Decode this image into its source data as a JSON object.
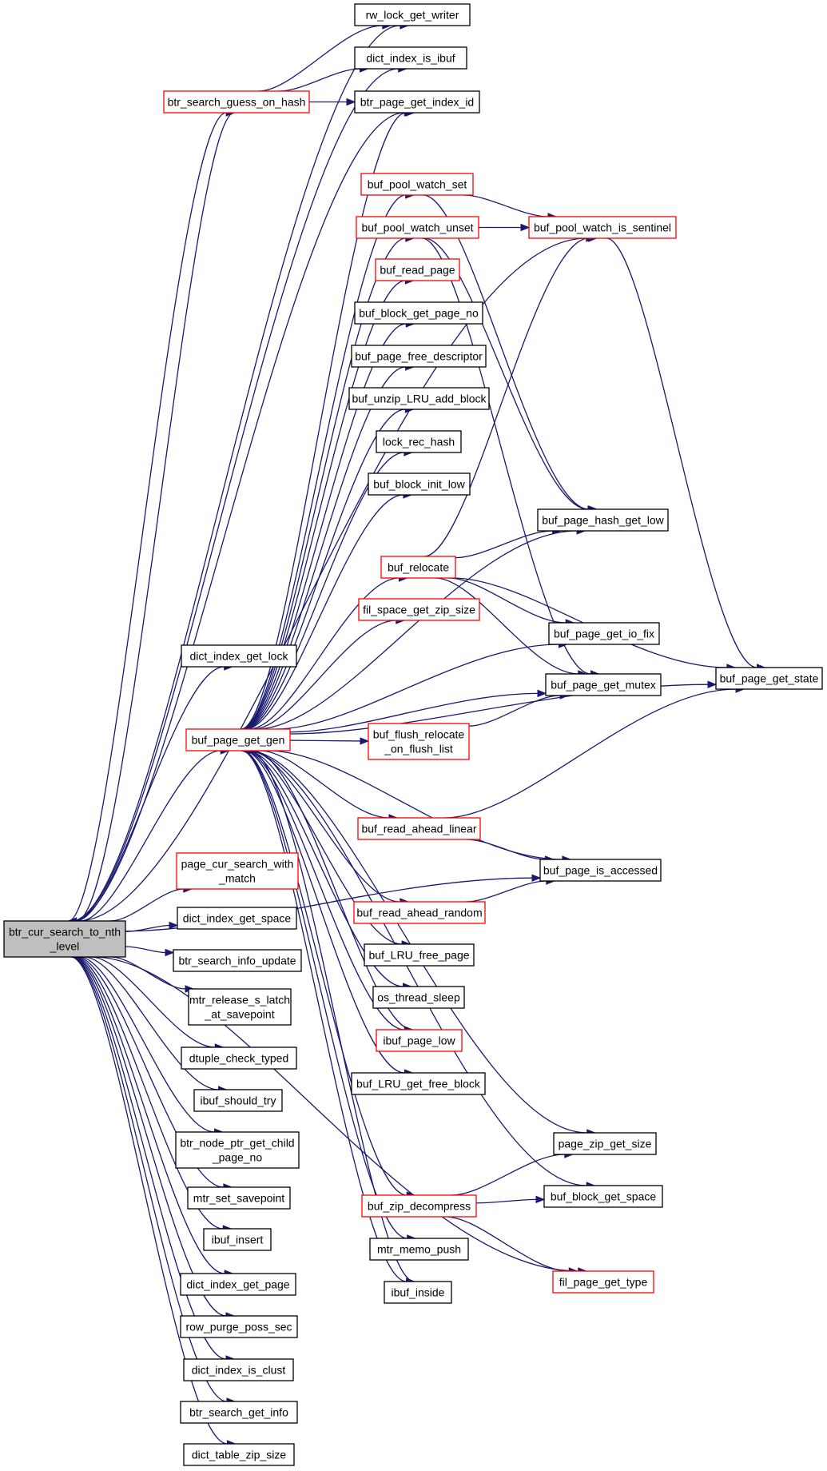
{
  "colors": {
    "edge": "#191970",
    "default_border": "#000000",
    "truncated_border": "#ff0000",
    "root_fill": "#bfbfbf",
    "node_fill": "#ffffff"
  },
  "nodes": [
    {
      "id": "root",
      "lines": [
        "btr_cur_search_to_nth",
        "_level"
      ],
      "style": "root"
    },
    {
      "id": "rw_lock_get_writer",
      "lines": [
        "rw_lock_get_writer"
      ],
      "style": "normal"
    },
    {
      "id": "dict_index_is_ibuf",
      "lines": [
        "dict_index_is_ibuf"
      ],
      "style": "normal"
    },
    {
      "id": "btr_search_guess_on_hash",
      "lines": [
        "btr_search_guess_on_hash"
      ],
      "style": "truncated"
    },
    {
      "id": "btr_page_get_index_id",
      "lines": [
        "btr_page_get_index_id"
      ],
      "style": "normal"
    },
    {
      "id": "buf_pool_watch_set",
      "lines": [
        "buf_pool_watch_set"
      ],
      "style": "truncated"
    },
    {
      "id": "buf_pool_watch_unset",
      "lines": [
        "buf_pool_watch_unset"
      ],
      "style": "truncated"
    },
    {
      "id": "buf_pool_watch_is_sentinel",
      "lines": [
        "buf_pool_watch_is_sentinel"
      ],
      "style": "truncated"
    },
    {
      "id": "buf_read_page",
      "lines": [
        "buf_read_page"
      ],
      "style": "truncated"
    },
    {
      "id": "buf_block_get_page_no",
      "lines": [
        "buf_block_get_page_no"
      ],
      "style": "normal"
    },
    {
      "id": "buf_page_free_descriptor",
      "lines": [
        "buf_page_free_descriptor"
      ],
      "style": "normal"
    },
    {
      "id": "buf_unzip_LRU_add_block",
      "lines": [
        "buf_unzip_LRU_add_block"
      ],
      "style": "normal"
    },
    {
      "id": "lock_rec_hash",
      "lines": [
        "lock_rec_hash"
      ],
      "style": "normal"
    },
    {
      "id": "buf_block_init_low",
      "lines": [
        "buf_block_init_low"
      ],
      "style": "normal"
    },
    {
      "id": "buf_page_hash_get_low",
      "lines": [
        "buf_page_hash_get_low"
      ],
      "style": "normal"
    },
    {
      "id": "buf_relocate",
      "lines": [
        "buf_relocate"
      ],
      "style": "truncated"
    },
    {
      "id": "fil_space_get_zip_size",
      "lines": [
        "fil_space_get_zip_size"
      ],
      "style": "truncated"
    },
    {
      "id": "buf_page_get_io_fix",
      "lines": [
        "buf_page_get_io_fix"
      ],
      "style": "normal"
    },
    {
      "id": "dict_index_get_lock",
      "lines": [
        "dict_index_get_lock"
      ],
      "style": "normal"
    },
    {
      "id": "buf_page_get_mutex",
      "lines": [
        "buf_page_get_mutex"
      ],
      "style": "normal"
    },
    {
      "id": "buf_page_get_state",
      "lines": [
        "buf_page_get_state"
      ],
      "style": "normal"
    },
    {
      "id": "buf_page_get_gen",
      "lines": [
        "buf_page_get_gen"
      ],
      "style": "truncated"
    },
    {
      "id": "buf_flush_relocate_on_flush_list",
      "lines": [
        "buf_flush_relocate",
        "_on_flush_list"
      ],
      "style": "truncated"
    },
    {
      "id": "buf_read_ahead_linear",
      "lines": [
        "buf_read_ahead_linear"
      ],
      "style": "truncated"
    },
    {
      "id": "buf_page_is_accessed",
      "lines": [
        "buf_page_is_accessed"
      ],
      "style": "normal"
    },
    {
      "id": "page_cur_search_with_match",
      "lines": [
        "page_cur_search_with",
        "_match"
      ],
      "style": "truncated"
    },
    {
      "id": "buf_read_ahead_random",
      "lines": [
        "buf_read_ahead_random"
      ],
      "style": "truncated"
    },
    {
      "id": "dict_index_get_space",
      "lines": [
        "dict_index_get_space"
      ],
      "style": "normal"
    },
    {
      "id": "btr_search_info_update",
      "lines": [
        "btr_search_info_update"
      ],
      "style": "normal"
    },
    {
      "id": "buf_LRU_free_page",
      "lines": [
        "buf_LRU_free_page"
      ],
      "style": "normal"
    },
    {
      "id": "mtr_release_s_latch_at_savepoint",
      "lines": [
        "mtr_release_s_latch",
        "_at_savepoint"
      ],
      "style": "normal"
    },
    {
      "id": "os_thread_sleep",
      "lines": [
        "os_thread_sleep"
      ],
      "style": "normal"
    },
    {
      "id": "ibuf_page_low",
      "lines": [
        "ibuf_page_low"
      ],
      "style": "truncated"
    },
    {
      "id": "dtuple_check_typed",
      "lines": [
        "dtuple_check_typed"
      ],
      "style": "normal"
    },
    {
      "id": "buf_LRU_get_free_block",
      "lines": [
        "buf_LRU_get_free_block"
      ],
      "style": "normal"
    },
    {
      "id": "ibuf_should_try",
      "lines": [
        "ibuf_should_try"
      ],
      "style": "normal"
    },
    {
      "id": "btr_node_ptr_get_child_page_no",
      "lines": [
        "btr_node_ptr_get_child",
        "_page_no"
      ],
      "style": "normal"
    },
    {
      "id": "page_zip_get_size",
      "lines": [
        "page_zip_get_size"
      ],
      "style": "normal"
    },
    {
      "id": "mtr_set_savepoint",
      "lines": [
        "mtr_set_savepoint"
      ],
      "style": "normal"
    },
    {
      "id": "buf_zip_decompress",
      "lines": [
        "buf_zip_decompress"
      ],
      "style": "truncated"
    },
    {
      "id": "buf_block_get_space",
      "lines": [
        "buf_block_get_space"
      ],
      "style": "normal"
    },
    {
      "id": "ibuf_insert",
      "lines": [
        "ibuf_insert"
      ],
      "style": "normal"
    },
    {
      "id": "mtr_memo_push",
      "lines": [
        "mtr_memo_push"
      ],
      "style": "normal"
    },
    {
      "id": "fil_page_get_type",
      "lines": [
        "fil_page_get_type"
      ],
      "style": "truncated"
    },
    {
      "id": "dict_index_get_page",
      "lines": [
        "dict_index_get_page"
      ],
      "style": "normal"
    },
    {
      "id": "ibuf_inside",
      "lines": [
        "ibuf_inside"
      ],
      "style": "normal"
    },
    {
      "id": "row_purge_poss_sec",
      "lines": [
        "row_purge_poss_sec"
      ],
      "style": "normal"
    },
    {
      "id": "dict_index_is_clust",
      "lines": [
        "dict_index_is_clust"
      ],
      "style": "normal"
    },
    {
      "id": "btr_search_get_info",
      "lines": [
        "btr_search_get_info"
      ],
      "style": "normal"
    },
    {
      "id": "dict_table_zip_size",
      "lines": [
        "dict_table_zip_size"
      ],
      "style": "normal"
    }
  ],
  "edges": [
    [
      "root",
      "rw_lock_get_writer"
    ],
    [
      "root",
      "dict_index_is_ibuf"
    ],
    [
      "root",
      "btr_search_guess_on_hash"
    ],
    [
      "btr_search_guess_on_hash",
      "root"
    ],
    [
      "btr_search_guess_on_hash",
      "rw_lock_get_writer"
    ],
    [
      "btr_search_guess_on_hash",
      "dict_index_is_ibuf"
    ],
    [
      "btr_search_guess_on_hash",
      "btr_page_get_index_id"
    ],
    [
      "root",
      "btr_page_get_index_id"
    ],
    [
      "root",
      "dict_index_get_lock"
    ],
    [
      "root",
      "buf_page_get_gen"
    ],
    [
      "root",
      "page_cur_search_with_match"
    ],
    [
      "root",
      "dict_index_get_space"
    ],
    [
      "root",
      "btr_search_info_update"
    ],
    [
      "root",
      "mtr_release_s_latch_at_savepoint"
    ],
    [
      "root",
      "dtuple_check_typed"
    ],
    [
      "root",
      "ibuf_should_try"
    ],
    [
      "root",
      "btr_node_ptr_get_child_page_no"
    ],
    [
      "root",
      "mtr_set_savepoint"
    ],
    [
      "root",
      "ibuf_insert"
    ],
    [
      "root",
      "dict_index_get_page"
    ],
    [
      "root",
      "row_purge_poss_sec"
    ],
    [
      "root",
      "dict_index_is_clust"
    ],
    [
      "root",
      "btr_search_get_info"
    ],
    [
      "root",
      "dict_table_zip_size"
    ],
    [
      "root",
      "buf_page_is_accessed"
    ],
    [
      "root",
      "fil_page_get_type"
    ],
    [
      "root",
      "buf_pool_watch_is_sentinel"
    ],
    [
      "buf_page_get_gen",
      "buf_pool_watch_set"
    ],
    [
      "buf_page_get_gen",
      "buf_pool_watch_unset"
    ],
    [
      "buf_page_get_gen",
      "buf_read_page"
    ],
    [
      "buf_page_get_gen",
      "buf_block_get_page_no"
    ],
    [
      "buf_page_get_gen",
      "buf_page_free_descriptor"
    ],
    [
      "buf_page_get_gen",
      "buf_unzip_LRU_add_block"
    ],
    [
      "buf_page_get_gen",
      "lock_rec_hash"
    ],
    [
      "buf_page_get_gen",
      "buf_block_init_low"
    ],
    [
      "buf_page_get_gen",
      "buf_page_hash_get_low"
    ],
    [
      "buf_page_get_gen",
      "buf_relocate"
    ],
    [
      "buf_page_get_gen",
      "fil_space_get_zip_size"
    ],
    [
      "buf_page_get_gen",
      "buf_page_get_io_fix"
    ],
    [
      "buf_page_get_gen",
      "buf_page_get_mutex"
    ],
    [
      "buf_page_get_gen",
      "buf_page_get_state"
    ],
    [
      "buf_page_get_gen",
      "buf_flush_relocate_on_flush_list"
    ],
    [
      "buf_page_get_gen",
      "buf_read_ahead_linear"
    ],
    [
      "buf_page_get_gen",
      "buf_read_ahead_random"
    ],
    [
      "buf_page_get_gen",
      "buf_LRU_free_page"
    ],
    [
      "buf_page_get_gen",
      "os_thread_sleep"
    ],
    [
      "buf_page_get_gen",
      "ibuf_page_low"
    ],
    [
      "buf_page_get_gen",
      "buf_LRU_get_free_block"
    ],
    [
      "buf_page_get_gen",
      "page_zip_get_size"
    ],
    [
      "buf_page_get_gen",
      "buf_zip_decompress"
    ],
    [
      "buf_page_get_gen",
      "buf_block_get_space"
    ],
    [
      "buf_page_get_gen",
      "mtr_memo_push"
    ],
    [
      "buf_page_get_gen",
      "ibuf_inside"
    ],
    [
      "buf_page_get_gen",
      "buf_page_is_accessed"
    ],
    [
      "buf_page_get_gen",
      "btr_page_get_index_id"
    ],
    [
      "buf_pool_watch_set",
      "buf_pool_watch_is_sentinel"
    ],
    [
      "buf_pool_watch_set",
      "buf_page_hash_get_low"
    ],
    [
      "buf_pool_watch_unset",
      "buf_pool_watch_is_sentinel"
    ],
    [
      "buf_pool_watch_unset",
      "buf_page_hash_get_low"
    ],
    [
      "buf_pool_watch_unset",
      "buf_page_get_mutex"
    ],
    [
      "buf_pool_watch_is_sentinel",
      "buf_page_get_state"
    ],
    [
      "buf_relocate",
      "buf_pool_watch_is_sentinel"
    ],
    [
      "buf_relocate",
      "buf_page_hash_get_low"
    ],
    [
      "buf_relocate",
      "buf_page_get_io_fix"
    ],
    [
      "buf_relocate",
      "buf_page_get_mutex"
    ],
    [
      "buf_relocate",
      "buf_page_get_state"
    ],
    [
      "buf_flush_relocate_on_flush_list",
      "buf_page_get_mutex"
    ],
    [
      "buf_read_ahead_linear",
      "buf_page_is_accessed"
    ],
    [
      "buf_read_ahead_linear",
      "buf_page_get_state"
    ],
    [
      "buf_read_ahead_random",
      "buf_page_is_accessed"
    ],
    [
      "buf_zip_decompress",
      "page_zip_get_size"
    ],
    [
      "buf_zip_decompress",
      "buf_block_get_space"
    ],
    [
      "buf_zip_decompress",
      "fil_page_get_type"
    ],
    [
      "ibuf_page_low",
      "buf_page_get_gen"
    ],
    [
      "ibuf_inside",
      "buf_page_get_gen"
    ]
  ]
}
